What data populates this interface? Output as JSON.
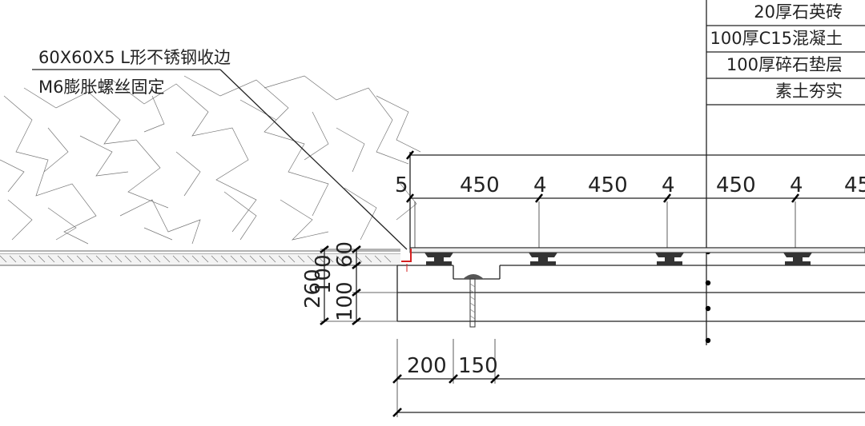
{
  "layers": [
    "20厚石英砖",
    "100厚C15混凝土",
    "100厚碎石垫层",
    "素土夯实"
  ],
  "edge_note": {
    "line1": "60X60X5 L形不锈钢收边",
    "line2": "M6膨胀螺丝固定"
  },
  "top_dims": [
    "5",
    "450",
    "4",
    "450",
    "4",
    "450",
    "4",
    "45"
  ],
  "left_dims": {
    "total": "260",
    "inner": "100",
    "a": "60",
    "b": "100"
  },
  "bottom_dims": [
    "200",
    "150"
  ],
  "colors": {
    "line": "#222222",
    "edge_trim": "#d42020",
    "hatch": "#777777"
  }
}
